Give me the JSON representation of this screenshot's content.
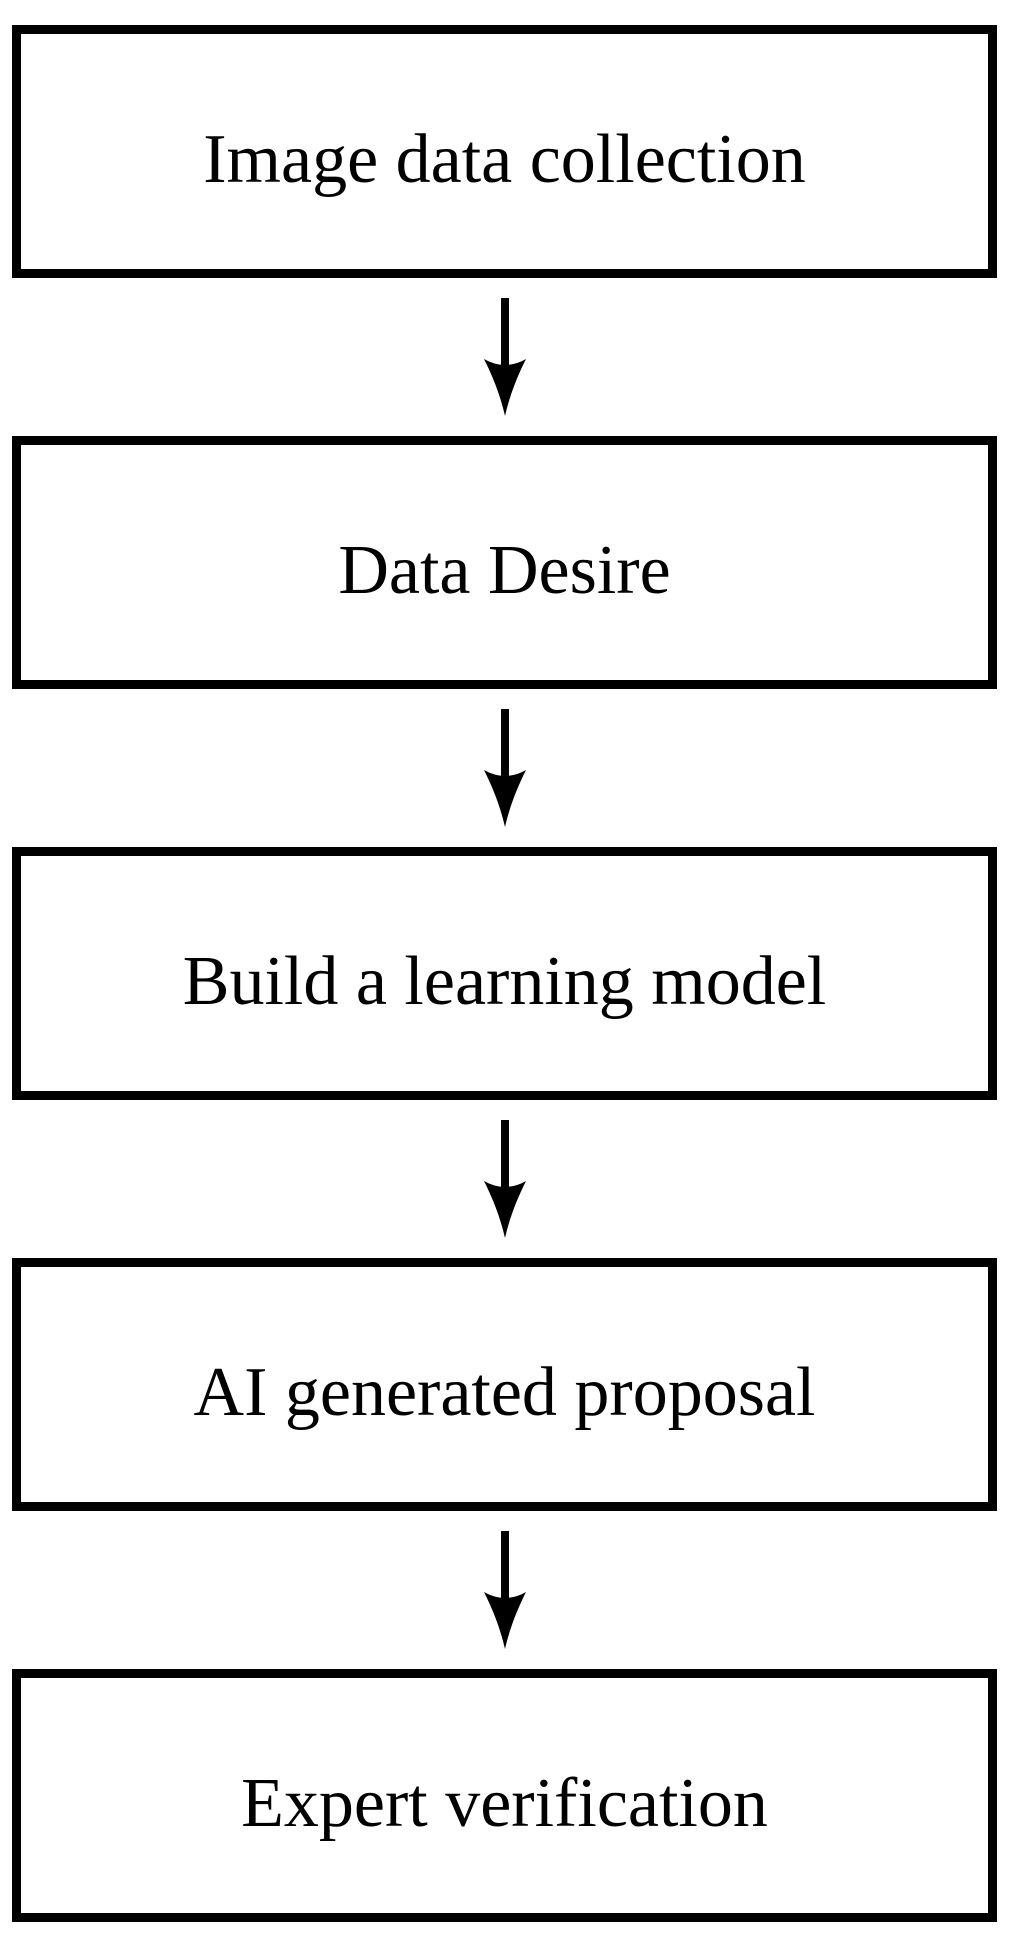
{
  "diagram": {
    "type": "flowchart",
    "direction": "top-down",
    "background_color": "#ffffff",
    "node_border_color": "#000000",
    "node_fill_color": "#ffffff",
    "text_color": "#000000",
    "arrow_color": "#000000",
    "steps": [
      {
        "id": "step-1",
        "label": "Image data collection"
      },
      {
        "id": "step-2",
        "label": "Data Desire"
      },
      {
        "id": "step-3",
        "label": "Build a learning model"
      },
      {
        "id": "step-4",
        "label": "AI generated proposal"
      },
      {
        "id": "step-5",
        "label": "Expert verification"
      }
    ],
    "connections": [
      {
        "from": "step-1",
        "to": "step-2"
      },
      {
        "from": "step-2",
        "to": "step-3"
      },
      {
        "from": "step-3",
        "to": "step-4"
      },
      {
        "from": "step-4",
        "to": "step-5"
      }
    ]
  }
}
